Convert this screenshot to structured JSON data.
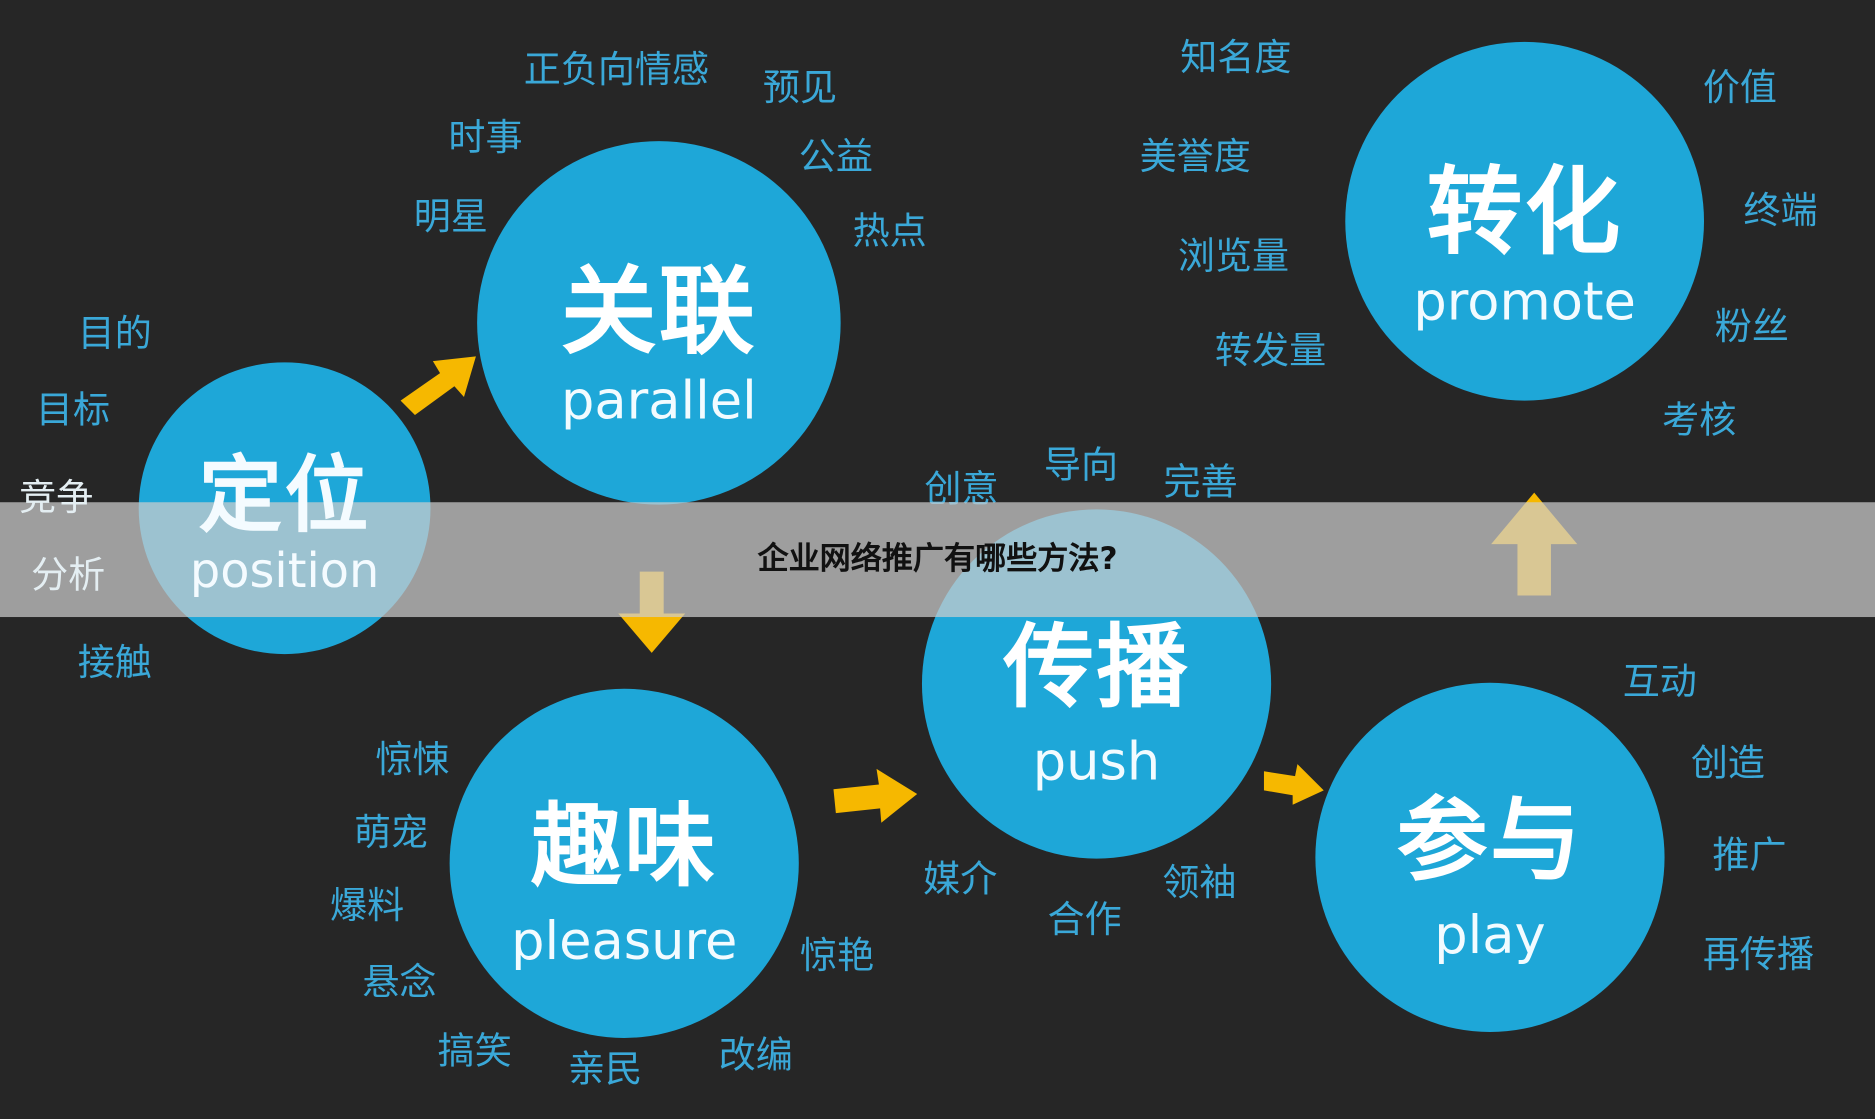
{
  "title": "企业网络推广有哪些方法?",
  "colors": {
    "background": "#262626",
    "circle": "#1ea7d8",
    "keyword": "#3aa8d8",
    "arrow": "#f6b800",
    "band": "#cdcdcd"
  },
  "nodes": {
    "position": {
      "zh": "定位",
      "en": "position",
      "keywords": [
        "目的",
        "目标",
        "竞争",
        "分析",
        "接触"
      ]
    },
    "parallel": {
      "zh": "关联",
      "en": "parallel",
      "keywords": [
        "正负向情感",
        "预见",
        "时事",
        "公益",
        "明星",
        "热点"
      ]
    },
    "promote": {
      "zh": "转化",
      "en": "promote",
      "keywords": [
        "知名度",
        "美誉度",
        "浏览量",
        "转发量",
        "价值",
        "终端",
        "粉丝",
        "考核"
      ]
    },
    "push": {
      "zh": "传播",
      "en": "push",
      "keywords": [
        "创意",
        "导向",
        "完善",
        "媒介",
        "合作",
        "领袖"
      ]
    },
    "pleasure": {
      "zh": "趣味",
      "en": "pleasure",
      "keywords": [
        "惊悚",
        "萌宠",
        "爆料",
        "悬念",
        "搞笑",
        "亲民",
        "改编",
        "惊艳"
      ]
    },
    "play": {
      "zh": "参与",
      "en": "play",
      "keywords": [
        "互动",
        "创造",
        "推广",
        "再传播"
      ]
    }
  }
}
